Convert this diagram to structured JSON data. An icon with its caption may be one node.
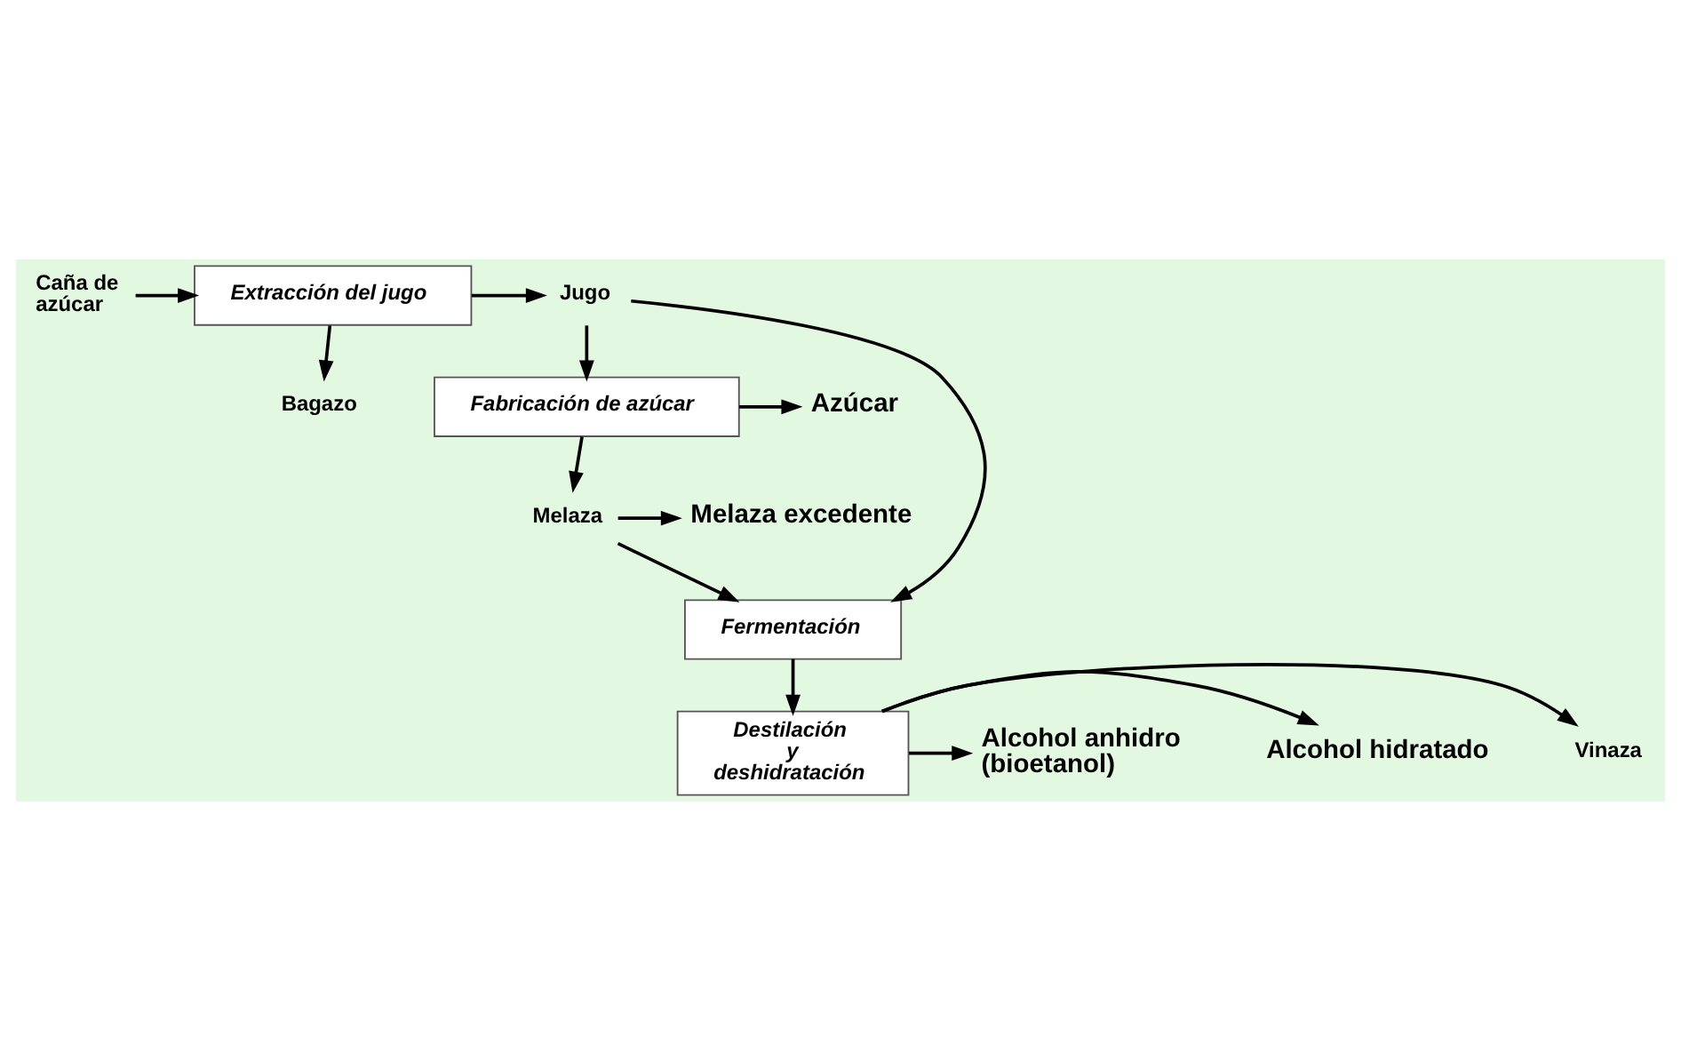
{
  "diagram": {
    "nodes": [
      {
        "text": [
          "Caña de azúcar"
        ]
      },
      {
        "text": [
          "Extracción del jugo"
        ]
      },
      {
        "text": [
          "Jugo"
        ]
      },
      {
        "text": [
          "Bagazo"
        ]
      },
      {
        "text": [
          "Fabricación de azúcar"
        ]
      },
      {
        "text": [
          "Azúcar"
        ]
      },
      {
        "text": [
          "Melaza"
        ]
      },
      {
        "text": [
          "Melaza excedente"
        ]
      },
      {
        "text": [
          "Fermentación"
        ]
      },
      {
        "text": [
          "Destilación y deshidratación"
        ]
      },
      {
        "text": [
          "Vinaza"
        ]
      },
      {
        "text": [
          "Alcohol hidratado"
        ]
      },
      {
        "text": [
          "Alcohol anhidro (bioetanol)"
        ]
      }
    ],
    "edges": [
      {
        "from": 0,
        "to": 1,
        "arrow": "to"
      },
      {
        "from": 1,
        "to": 2,
        "arrow": "to"
      },
      {
        "from": 1,
        "to": 3,
        "arrow": "to"
      },
      {
        "from": 2,
        "to": 4,
        "arrow": "to"
      },
      {
        "from": 2,
        "to": 8,
        "arrow": "to"
      },
      {
        "from": 4,
        "to": 5,
        "arrow": "to"
      },
      {
        "from": 4,
        "to": 6,
        "arrow": "to"
      },
      {
        "from": 6,
        "to": 7,
        "arrow": "to"
      },
      {
        "from": 6,
        "to": 8,
        "arrow": "to"
      },
      {
        "from": 8,
        "to": 9,
        "arrow": "to"
      },
      {
        "from": 9,
        "to": 10,
        "arrow": "to"
      },
      {
        "from": 9,
        "to": 11,
        "arrow": "to"
      },
      {
        "from": 9,
        "to": 12,
        "arrow": "to"
      }
    ]
  }
}
